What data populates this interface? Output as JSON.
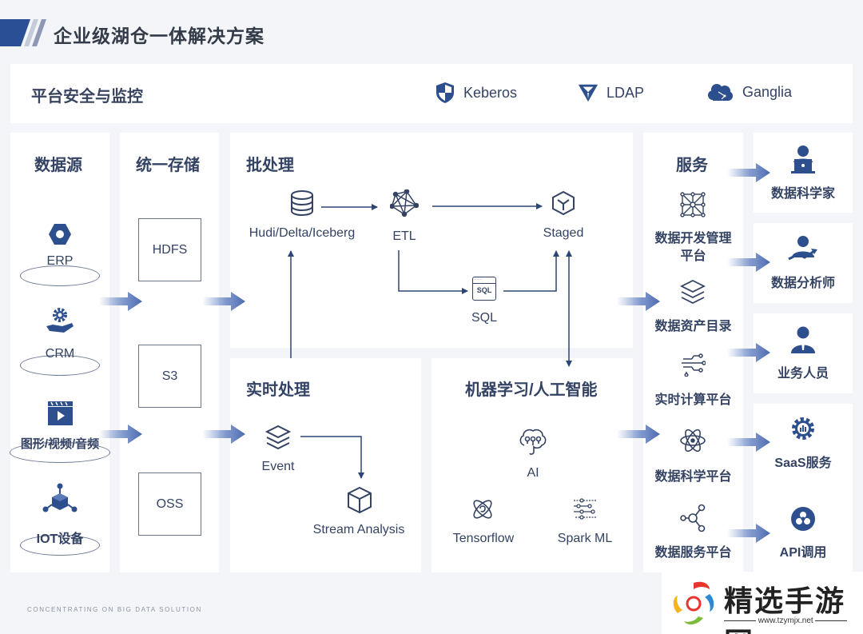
{
  "page": {
    "title": "企业级湖仓一体解决方案",
    "footer": "CONCENTRATING ON BIG DATA SOLUTION"
  },
  "colors": {
    "accent": "#2d4f8e",
    "text": "#344363",
    "background": "#f3f5f9",
    "panel": "#ffffff"
  },
  "security": {
    "title": "平台安全与监控",
    "items": [
      {
        "label": "Keberos",
        "icon": "shield-icon"
      },
      {
        "label": "LDAP",
        "icon": "triangle-logo-icon"
      },
      {
        "label": "Ganglia",
        "icon": "cloud-icon"
      }
    ]
  },
  "sources": {
    "title": "数据源",
    "items": [
      {
        "label": "ERP",
        "icon": "hex-nut-icon"
      },
      {
        "label": "CRM",
        "icon": "gear-hand-icon"
      },
      {
        "label": "图形/视频/音频",
        "icon": "video-clapper-icon"
      },
      {
        "label": "IOT设备",
        "icon": "iot-cube-icon"
      }
    ]
  },
  "storage": {
    "title": "统一存储",
    "items": [
      "HDFS",
      "S3",
      "OSS"
    ]
  },
  "batch": {
    "title": "批处理",
    "nodes": {
      "lake": "Hudi/Delta/Iceberg",
      "etl": "ETL",
      "staged": "Staged",
      "sql": "SQL"
    },
    "sql_icon_text": "SQL"
  },
  "realtime": {
    "title": "实时处理",
    "nodes": {
      "event": "Event",
      "stream": "Stream Analysis"
    }
  },
  "ml": {
    "title": "机器学习/人工智能",
    "nodes": {
      "ai": "AI",
      "tensorflow": "Tensorflow",
      "spark": "Spark ML"
    }
  },
  "services": {
    "title": "服务",
    "items": [
      {
        "label": "数据开发管理\n平台",
        "line1": "数据开发管理",
        "line2": "平台",
        "icon": "grid-network-icon"
      },
      {
        "label": "数据资产目录",
        "icon": "layers-icon"
      },
      {
        "label": "实时计算平台",
        "icon": "circuit-icon"
      },
      {
        "label": "数据科学平台",
        "icon": "atom-icon"
      },
      {
        "label": "数据服务平台",
        "icon": "share-nodes-icon"
      }
    ]
  },
  "consumers": {
    "items": [
      {
        "label": "数据科学家",
        "icon": "person-laptop-icon"
      },
      {
        "label": "数据分析师",
        "icon": "person-trend-icon"
      },
      {
        "label": "业务人员",
        "icon": "person-tie-icon"
      },
      {
        "label": "SaaS服务",
        "icon": "gear-chart-icon"
      },
      {
        "label": "API调用",
        "icon": "api-badge-icon"
      }
    ]
  },
  "watermark": {
    "name": "精选手游网",
    "url": "www.tzymjx.net"
  }
}
